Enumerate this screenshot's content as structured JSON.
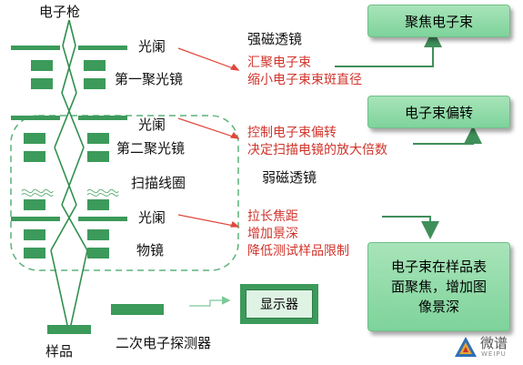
{
  "labels": {
    "gun": "电子枪",
    "aperture1": "光阑",
    "lens1": "第一聚光镜",
    "aperture2": "光阑",
    "lens2": "第二聚光镜",
    "scan_coil": "扫描线圈",
    "aperture3": "光阑",
    "objective": "物镜",
    "sample": "样品",
    "detector": "二次电子探测器",
    "strong_lens": "强磁透镜",
    "weak_lens": "弱磁透镜"
  },
  "notes": {
    "n1_line1": "汇聚电子束",
    "n1_line2": "缩小电子束束斑直径",
    "n2_line1": "控制电子束偏转",
    "n2_line2": "决定扫描电镜的放大倍数",
    "n3_line1": "拉长焦距",
    "n3_line2": "增加景深",
    "n3_line3": "降低测试样品限制"
  },
  "boxes": {
    "focus": "聚焦电子束",
    "deflect": "电子束偏转",
    "result": "电子束在样品表\n面聚焦，增加图\n像景深",
    "display": "显示器"
  },
  "logo": {
    "main": "微谱",
    "sub": "WEIPU"
  },
  "colors": {
    "element_green": "#3c9a5a",
    "box_green": "#8fd9a5",
    "arrow_red": "#e0483c",
    "arrow_dark_green": "#3f8f5a"
  }
}
